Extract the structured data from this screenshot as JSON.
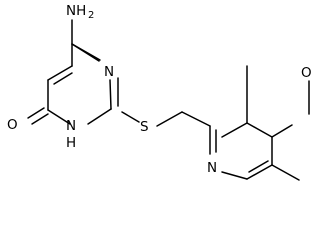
{
  "structure": {
    "atom_labels": {
      "amine": "NH",
      "amine_sub": "2",
      "pyrimidine_n_top": "N",
      "pyrimidine_nh_n": "N",
      "pyrimidine_nh_h": "H",
      "carbonyl_o": "O",
      "thioether_s": "S",
      "pyridine_n": "N",
      "methoxy_o": "O"
    }
  }
}
